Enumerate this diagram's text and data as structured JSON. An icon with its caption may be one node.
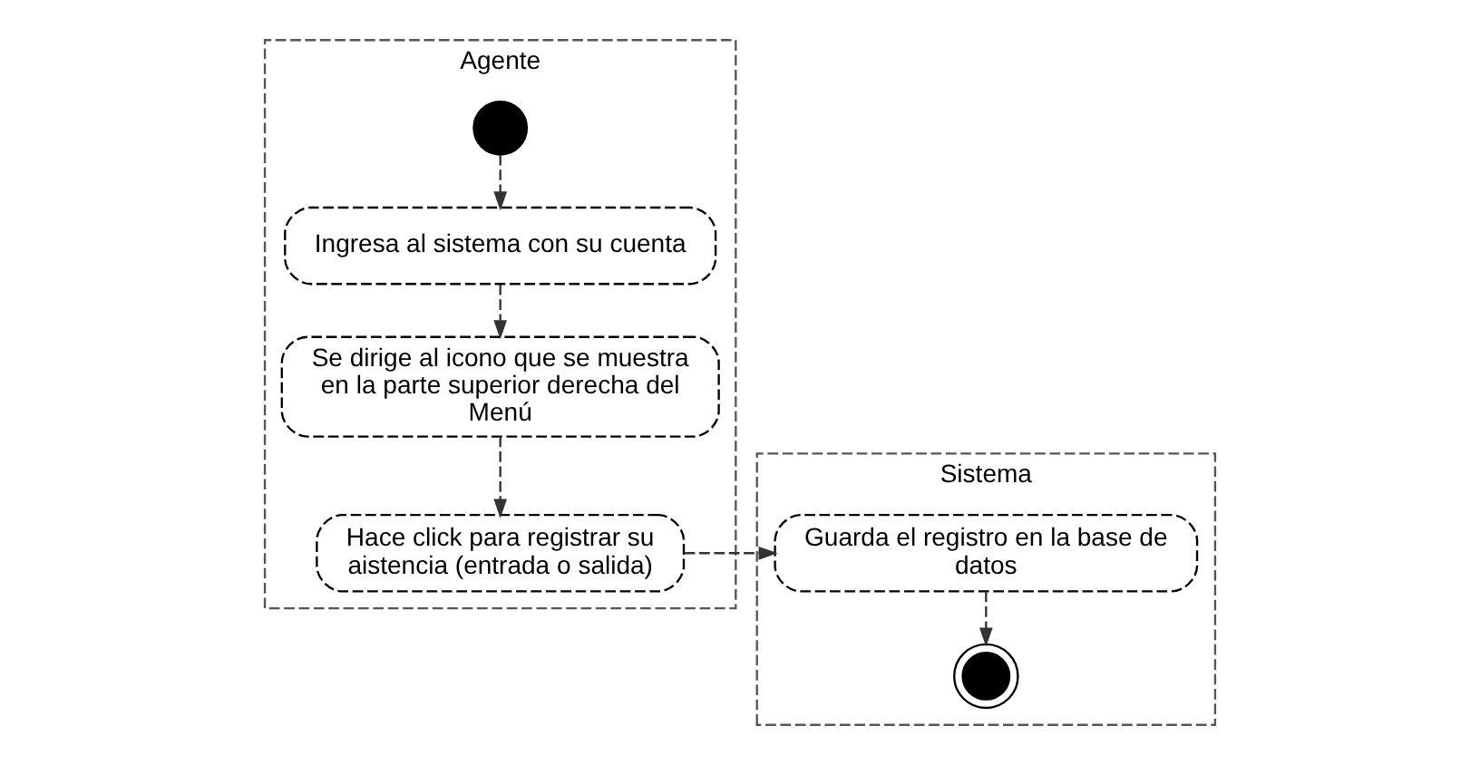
{
  "diagram": {
    "nodes": [
      {
        "text": [
          "Agente"
        ]
      },
      {
        "text": [
          "Sistema"
        ]
      },
      {
        "text": [],
        "shape": "circle",
        "in": 0
      },
      {
        "text": [
          "Ingresa al sistema con su cuenta"
        ],
        "in": 0
      },
      {
        "text": [
          "Se dirige al icono que se muestra en la parte superior derecha del Menú"
        ],
        "in": 0
      },
      {
        "text": [
          "Hace click para registrar su aistencia (entrada o salida)"
        ],
        "in": 0
      },
      {
        "text": [
          "Guarda el registro en la base de datos"
        ],
        "in": 1
      },
      {
        "text": [],
        "shape": "bullseye",
        "in": 1
      }
    ],
    "edges": [
      {
        "from": 2,
        "to": 3,
        "arrow": "to",
        "style": "dashed"
      },
      {
        "from": 3,
        "to": 4,
        "arrow": "to",
        "style": "dashed"
      },
      {
        "from": 4,
        "to": 5,
        "arrow": "to",
        "style": "dashed"
      },
      {
        "from": 5,
        "to": 6,
        "arrow": "to",
        "style": "dashed"
      },
      {
        "from": 6,
        "to": 7,
        "arrow": "to",
        "style": "dashed"
      }
    ]
  }
}
